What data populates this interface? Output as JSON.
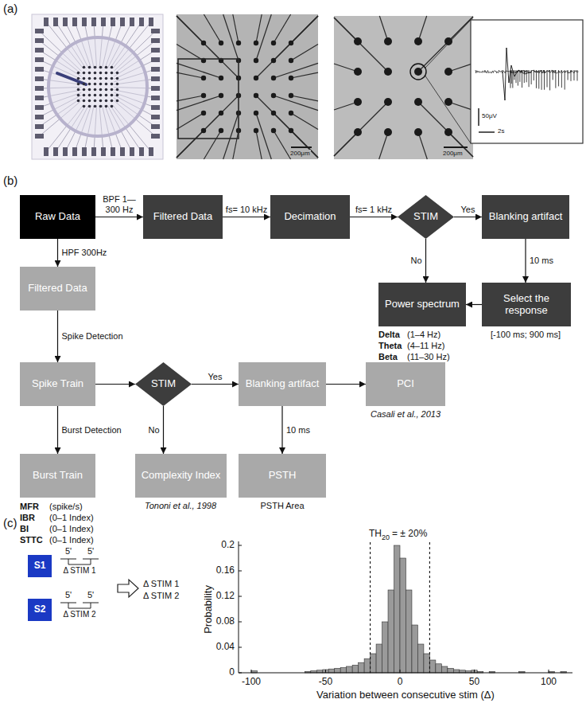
{
  "diagram": {
    "nodes": [
      {
        "text": [
          "Raw Data"
        ]
      },
      {
        "text": [
          "Filtered Data"
        ]
      },
      {
        "text": [
          "Decimation"
        ]
      },
      {
        "text": [
          "STIM"
        ]
      },
      {
        "text": [
          "Blanking artifact"
        ]
      },
      {
        "text": [
          "Filtered Data"
        ]
      },
      {
        "text": [
          "Select the response"
        ]
      },
      {
        "text": [
          "Power spectrum"
        ]
      },
      {
        "text": [
          "Spike Train"
        ]
      },
      {
        "text": [
          "STIM"
        ]
      },
      {
        "text": [
          "Blanking artifact"
        ]
      },
      {
        "text": [
          "PCI"
        ]
      },
      {
        "text": [
          "Burst Train"
        ]
      },
      {
        "text": [
          "Complexity Index"
        ]
      },
      {
        "text": [
          "PSTH"
        ]
      },
      {
        "text": [
          "S1"
        ]
      },
      {
        "text": [
          "S2"
        ]
      }
    ],
    "edges": [
      {
        "from": 0,
        "to": 1,
        "arrow": "to",
        "label": "BPF 1—300 Hz"
      },
      {
        "from": 1,
        "to": 2,
        "arrow": "to",
        "label": "fs= 10 kHz"
      },
      {
        "from": 2,
        "to": 3,
        "arrow": "to",
        "label": "fs= 1 kHz"
      },
      {
        "from": 3,
        "to": 4,
        "arrow": "to",
        "label": "Yes"
      },
      {
        "from": 3,
        "to": 7,
        "arrow": "to",
        "label": "No"
      },
      {
        "from": 4,
        "to": 6,
        "arrow": "to",
        "label": "10 ms"
      },
      {
        "from": 6,
        "to": 7,
        "arrow": "to"
      },
      {
        "from": 0,
        "to": 5,
        "arrow": "to",
        "label": "HPF 300Hz"
      },
      {
        "from": 5,
        "to": 8,
        "arrow": "to",
        "label": "Spike Detection"
      },
      {
        "from": 8,
        "to": 9,
        "arrow": "to"
      },
      {
        "from": 9,
        "to": 10,
        "arrow": "to",
        "label": "Yes"
      },
      {
        "from": 9,
        "to": 13,
        "arrow": "to",
        "label": "No"
      },
      {
        "from": 10,
        "to": 11,
        "arrow": "to"
      },
      {
        "from": 10,
        "to": 14,
        "arrow": "to",
        "label": "10 ms"
      },
      {
        "from": 8,
        "to": 12,
        "arrow": "to",
        "label": "Burst Detection"
      }
    ],
    "labels": [
      "(a)",
      "200μm",
      "200μm",
      "50μV",
      "2s",
      "(b)",
      "Delta",
      "(1–4 Hz)",
      "Theta",
      "(4–11 Hz)",
      "Beta",
      "(11–30 Hz)",
      "[-100 ms; 900 ms]",
      "Casali et al., 2013",
      "MFR",
      "(spike/s)",
      "IBR",
      "(0–1 Index)",
      "BI",
      "(0–1 Index)",
      "STTC",
      "(0–1 Index)",
      "Tononi et al., 1998",
      "PSTH Area",
      "(c)",
      "5'",
      "5'",
      "Δ STIM 1",
      "5'",
      "5'",
      "Δ STIM 2",
      "Δ STIM 1",
      "Δ STIM 2",
      "TH",
      "20",
      "= ± 20%",
      "Probability",
      "0.2",
      "0.16",
      "0.12",
      "0.08",
      "0.04",
      "0",
      "-100",
      "-50",
      "0",
      "50",
      "100",
      "Variation between consecutive stim (Δ)"
    ]
  }
}
